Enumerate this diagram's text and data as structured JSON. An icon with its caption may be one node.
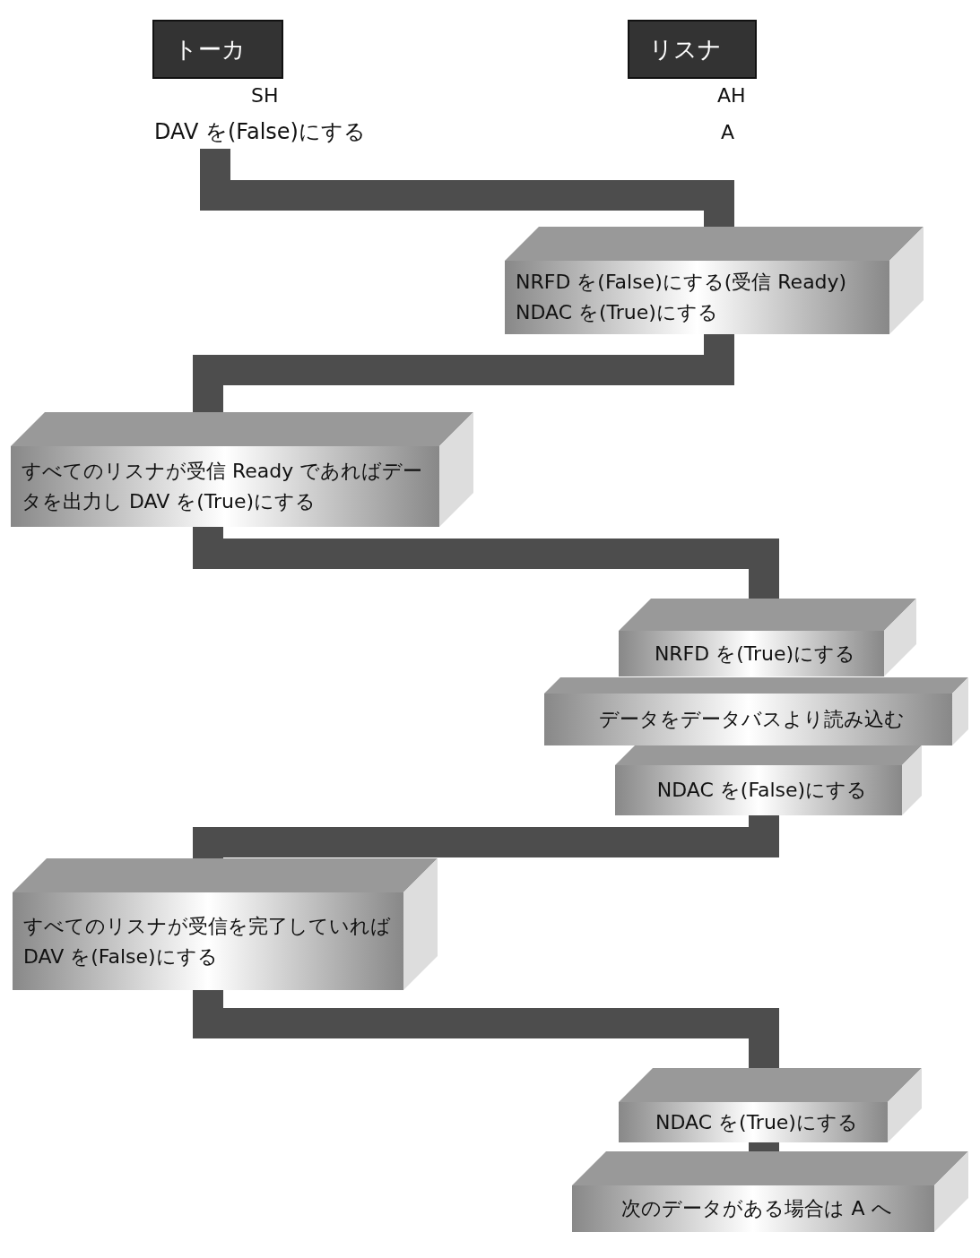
{
  "diagram": {
    "nodes": [
      {
        "text": [
          "トーカ"
        ],
        "beside": [
          "SH"
        ]
      },
      {
        "text": [
          "リスナ"
        ],
        "beside": [
          "AH"
        ]
      },
      {
        "text": [
          "DAV を(False)にする"
        ]
      },
      {
        "text": [
          "NRFD を(False)にする(受信 Ready)",
          "NDAC を(True)にする"
        ]
      },
      {
        "text": [
          "すべてのリスナが受信 Ready であればデータを出力し DAV を(True)にする"
        ]
      },
      {
        "text": [
          "NRFD を(True)にする"
        ]
      },
      {
        "text": [
          "データをデータバスより読み込む"
        ]
      },
      {
        "text": [
          "NDAC を(False)にする"
        ]
      },
      {
        "text": [
          "すべてのリスナが受信を完了していれば DAV を(False)にする"
        ]
      },
      {
        "text": [
          "NDAC を(True)にする"
        ]
      },
      {
        "text": [
          "次のデータがある場合は A へ"
        ]
      }
    ],
    "edges": [
      {
        "from": 2,
        "to": 3,
        "arrow": "none"
      },
      {
        "from": 3,
        "to": 4,
        "arrow": "none"
      },
      {
        "from": 4,
        "to": 5,
        "arrow": "none"
      },
      {
        "from": 7,
        "to": 8,
        "arrow": "none"
      },
      {
        "from": 8,
        "to": 9,
        "arrow": "none"
      },
      {
        "from": 9,
        "to": 10,
        "arrow": "none"
      }
    ],
    "labels": [
      "A"
    ]
  }
}
